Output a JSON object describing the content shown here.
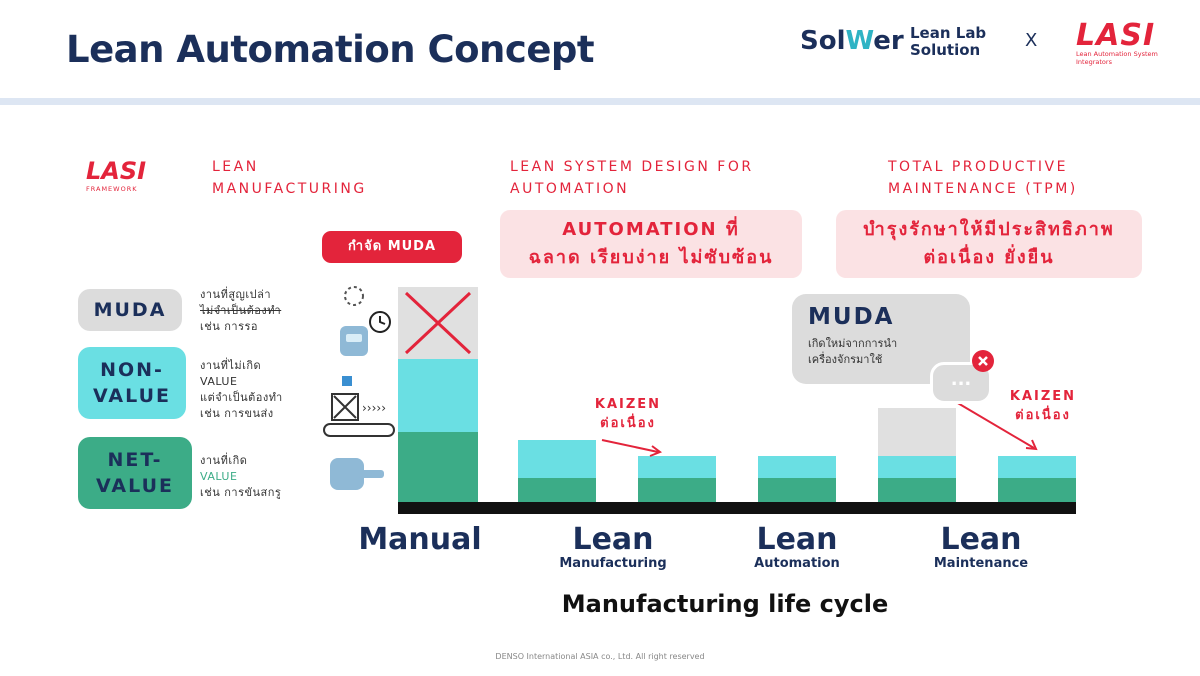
{
  "header": {
    "title": "Lean Automation Concept",
    "solwer_a": "Sol",
    "solwer_w": "W",
    "solwer_b": "er",
    "leanlab": "Lean Lab Solution",
    "x": "X",
    "lasi": "LASI",
    "lasi_sub": "Lean Automation System Integrators"
  },
  "framework": {
    "logo": "LASI",
    "sub": "FRAMEWORK"
  },
  "sections": {
    "lean_mfg": "LEAN MANUFACTURING",
    "lsd_line1": "LEAN SYSTEM DESIGN FOR",
    "lsd_line2": "AUTOMATION",
    "tpm_line1": "TOTAL PRODUCTIVE",
    "tpm_line2": "MAINTENANCE (TPM)"
  },
  "pills": {
    "muda_pill": "กำจัด MUDA",
    "automation_line1": "AUTOMATION ที่",
    "automation_line2": "ฉลาด เรียบง่าย ไม่ซับซ้อน",
    "tpm_line1": "บำรุงรักษาให้มีประสิทธิภาพ",
    "tpm_line2": "ต่อเนื่อง ยั่งยืน"
  },
  "legend": {
    "muda": {
      "label": "MUDA",
      "d1": "งานที่สูญเปล่า",
      "d2": "ไม่จำเป็นต้องทำ",
      "d3": "เช่น การรอ"
    },
    "nonvalue": {
      "label1": "NON-",
      "label2": "VALUE",
      "d1": "งานที่ไม่เกิด",
      "d2": "VALUE",
      "d3": "แต่จำเป็นต้องทำ",
      "d4": "เช่น การขนส่ง"
    },
    "netvalue": {
      "label1": "NET-",
      "label2": "VALUE",
      "d1": "งานที่เกิด",
      "d2": "VALUE",
      "d3": "เช่น การขันสกรู"
    }
  },
  "stages": {
    "manual": "Manual",
    "lean1": "Lean",
    "lean1_sub": "Manufacturing",
    "lean2": "Lean",
    "lean2_sub": "Automation",
    "lean3": "Lean",
    "lean3_sub": "Maintenance"
  },
  "kaizen": {
    "k1_line1": "KAIZEN",
    "k1_line2": "ต่อเนื่อง",
    "k2_line1": "KAIZEN",
    "k2_line2": "ต่อเนื่อง"
  },
  "muda_bubble": {
    "title": "MUDA",
    "l1": "เกิดใหม่จากการนำ",
    "l2": "เครื่องจักรมาใช้",
    "dots": "..."
  },
  "xaxis_label": "Manufacturing life cycle",
  "footer": "DENSO International ASIA co., Ltd. All right reserved",
  "colors": {
    "red": "#e3243b",
    "navy": "#1b2f5a",
    "green": "#3cac87",
    "cyan": "#6adfe3",
    "grey": "#e0e0e0"
  },
  "chart_data": {
    "type": "bar",
    "categories": [
      "Manual",
      "",
      "Lean Manufacturing",
      "Lean Automation",
      "",
      "Lean Maintenance"
    ],
    "series": [
      {
        "values": [
          70,
          18,
          18,
          18,
          18,
          18
        ]
      },
      {
        "values": [
          73,
          40,
          22,
          22,
          22,
          22
        ]
      },
      {
        "values": [
          72,
          0,
          0,
          0,
          48,
          0
        ]
      }
    ]
  }
}
